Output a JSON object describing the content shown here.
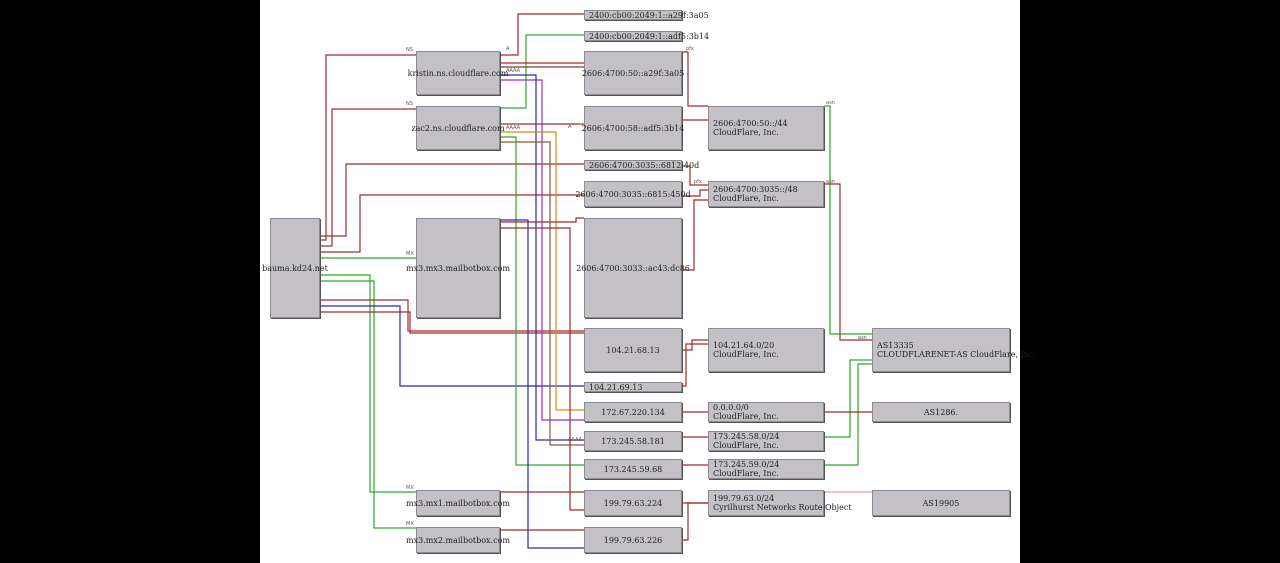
{
  "colors": {
    "red": "#a52a2a",
    "green": "#2ea62e",
    "blue": "#2a2aa5",
    "purple": "#9b30c8",
    "orange": "#d88a1a",
    "brown": "#8b5a2b",
    "pink": "#e8a0a0",
    "node_fill": "#c3c1c6",
    "background": "#000000",
    "canvas": "#ffffff"
  },
  "nodes": {
    "domain": "bauma.kd24.net",
    "ns1": "kristin.ns.cloudflare.com",
    "ns2": "zac2.ns.cloudflare.com",
    "mx_mx3": "mx3.mx3.mailbotbox.com",
    "mx_mx1": "mx3.mx1.mailbotbox.com",
    "mx_mx2": "mx3.mx2.mailbotbox.com",
    "ip6_top1": "2400:cb00:2049:1::a29f:3a05",
    "ip6_top2": "2400:cb00:2049:1::adf5:3b14",
    "ip6_ns1": "2606:4700:50::a29f:3a05",
    "ip6_ns2": "2606:4700:58::adf5:3b14",
    "ip6_a1": "2606:4700:3035::6812:40d",
    "ip6_a2": "2606:4700:3035::6815:450d",
    "ip6_mx": "2606:4700:3033::ac43:dc86",
    "ip4_a": "104.21.68.13",
    "ip4_b": "104.21.69.13",
    "ip4_c": "172.67.220.134",
    "ip4_d": "173.245.58.181",
    "ip4_e": "173.245.59.68",
    "ip4_f": "199.79.63.224",
    "ip4_g": "199.79.63.226",
    "pfx_50": {
      "l1": "2606:4700:50::/44",
      "l2": "CloudFlare, Inc."
    },
    "pfx_3035": {
      "l1": "2606:4700:3035::/48",
      "l2": "CloudFlare, Inc."
    },
    "pfx_104": {
      "l1": "104.21.64.0/20",
      "l2": "CloudFlare, Inc."
    },
    "pfx_0": {
      "l1": "0.0.0.0/0",
      "l2": "CloudFlare, Inc."
    },
    "pfx_17358": {
      "l1": "173.245.58.0/24",
      "l2": "CloudFlare, Inc."
    },
    "pfx_17359": {
      "l1": "173.245.59.0/24",
      "l2": "CloudFlare, Inc."
    },
    "pfx_199": {
      "l1": "199.79.63.0/24",
      "l2": "Cyrilhurst Networks Route Object"
    },
    "as_cf": {
      "l1": "AS13335",
      "l2": "CLOUDFLARENET-AS CloudFlare, Inc."
    },
    "as_other": "AS1286.",
    "as_199": "AS19905"
  },
  "edge_labels": {
    "ns": "NS",
    "mx": "MX",
    "a": "A",
    "aaaa": "AAAA",
    "pfx": "pfx",
    "asn": "asn"
  }
}
